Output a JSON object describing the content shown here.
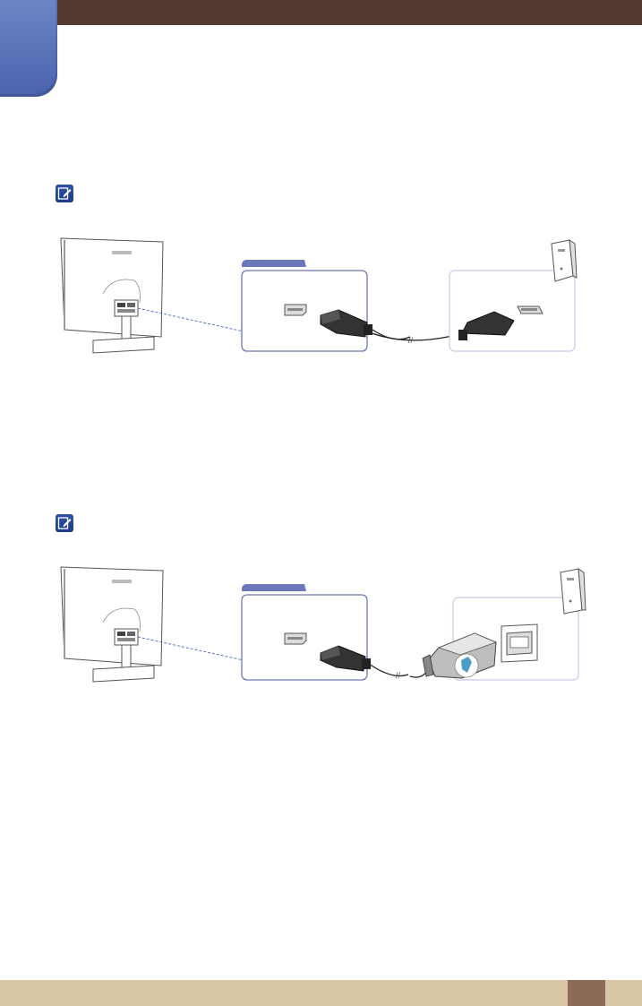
{
  "page": {
    "colors": {
      "header_bar": "#553a30",
      "chapter_tab": "#4f67b0",
      "note_icon": "#1f3f8f",
      "callout_border": "#6b77b8",
      "cable_line": "#5a74c6",
      "footer_bar": "#d9c6a5",
      "page_number_box": "#8c6a56"
    },
    "diagrams": [
      {
        "id": "displayport-to-displayport",
        "source_panel_header": "",
        "pc_connector": "DisplayPort"
      },
      {
        "id": "displayport-to-dvi",
        "source_panel_header": "",
        "pc_connector": "DVI"
      }
    ],
    "icons": [
      "note-icon",
      "monitor-back-icon",
      "pc-tower-icon",
      "displayport-port-icon",
      "displayport-plug-icon",
      "dvi-adapter-icon",
      "dvi-port-icon"
    ]
  }
}
